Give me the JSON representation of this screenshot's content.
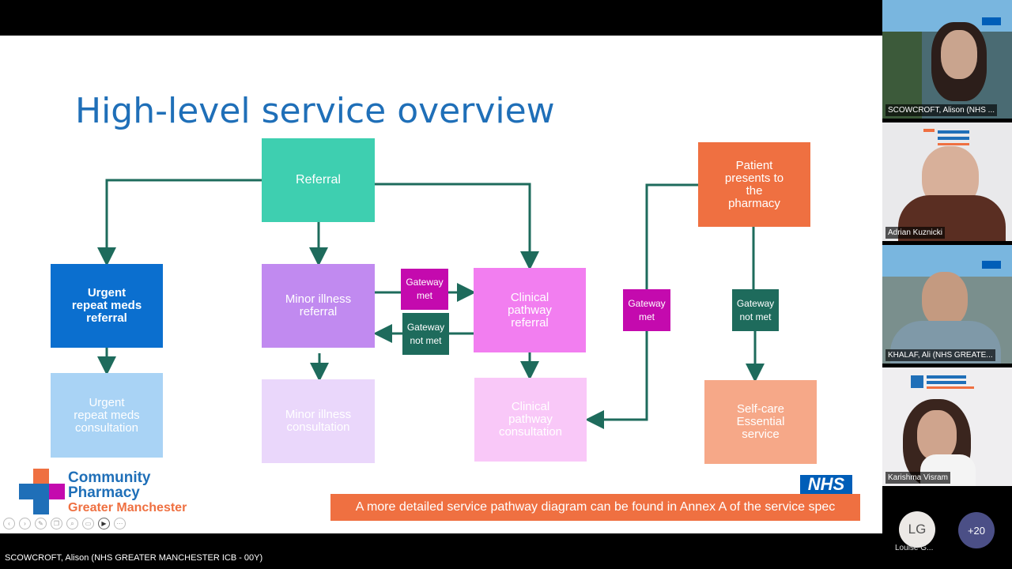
{
  "slide": {
    "title": "High-level service overview",
    "boxes": {
      "referral": "Referral",
      "urgent_referral": "Urgent\nrepeat meds\nreferral",
      "urgent_consult": "Urgent\nrepeat meds\nconsultation",
      "minor_referral": "Minor illness\nreferral",
      "minor_consult": "Minor illness\nconsultation",
      "gateway_met": "Gateway\nmet",
      "gateway_not_met": "Gateway\nnot met",
      "clinical_referral": "Clinical\npathway\nreferral",
      "clinical_consult": "Clinical\npathway\nconsultation",
      "gateway_met_right": "Gateway\nmet",
      "patient_presents": "Patient\npresents to\nthe\npharmacy",
      "gateway_not_met_right": "Gateway\nnot met",
      "self_care": "Self-care\nEssential\nservice"
    },
    "note": "A more detailed service pathway diagram can be found in Annex A of the service spec",
    "nhs_logo": "NHS",
    "logo": {
      "line1": "Community",
      "line2": "Pharmacy",
      "line3": "Greater Manchester"
    },
    "colors": {
      "title": "#1f6fb8",
      "arrow": "#1e6b5c",
      "teal": "#3ecfb0",
      "blue_dark": "#0b6fcf",
      "blue_light": "#a9d3f5",
      "purple": "#c18af0",
      "purple_light": "#ead7fb",
      "magenta": "#c40aae",
      "green_dark": "#1e6b5c",
      "pink": "#f27ef0",
      "pink_light": "#f9c8f8",
      "orange": "#ef7041",
      "orange_light": "#f6a888"
    }
  },
  "participants": [
    {
      "name": "SCOWCROFT, Alison (NHS ..."
    },
    {
      "name": "Adrian Kuznicki"
    },
    {
      "name": "KHALAF, Ali (NHS GREATE..."
    },
    {
      "name": "Karishma Visram"
    }
  ],
  "extra": {
    "avatar_initials": "LG",
    "avatar_name": "Louise G...",
    "more_count": "+20"
  },
  "presenter_caption": "SCOWCROFT, Alison (NHS GREATER MANCHESTER ICB - 00Y)",
  "controls": [
    "previous-icon",
    "next-icon",
    "pen-icon",
    "copy-icon",
    "search-icon",
    "screen-icon",
    "video-icon",
    "more-icon"
  ]
}
